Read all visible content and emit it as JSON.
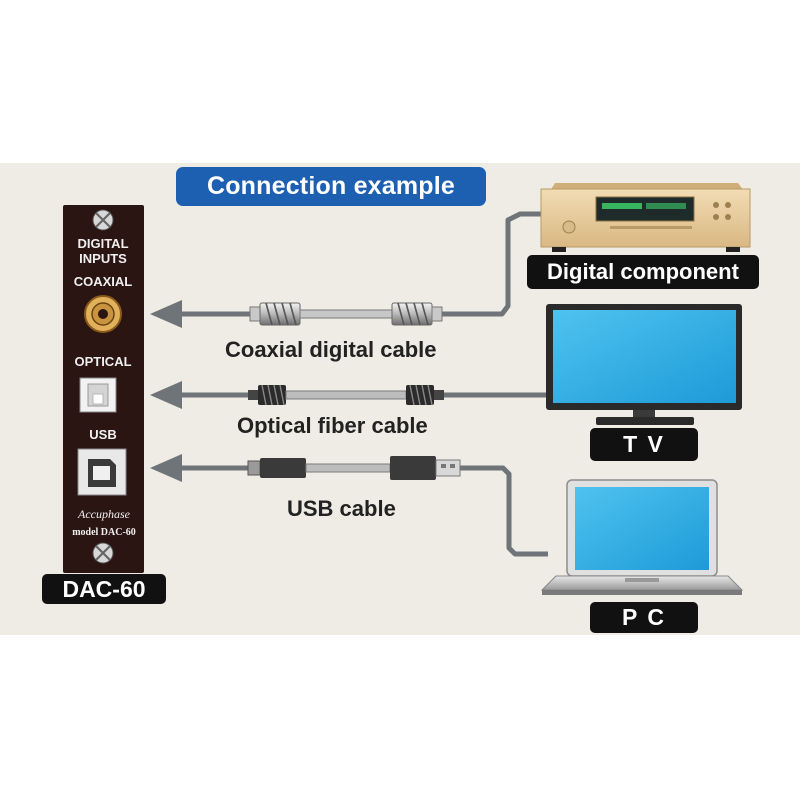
{
  "title": "Connection example",
  "dac": {
    "header_line1": "DIGITAL",
    "header_line2": "INPUTS",
    "coaxial": "COAXIAL",
    "optical": "OPTICAL",
    "usb": "USB",
    "brand": "Accuphase",
    "model": "model DAC-60",
    "label": "DAC-60"
  },
  "cables": {
    "coaxial": "Coaxial digital cable",
    "optical": "Optical fiber cable",
    "usb": "USB cable"
  },
  "devices": {
    "digital_component": "Digital component",
    "tv": "T V",
    "pc": "P C"
  },
  "colors": {
    "panel": "#2a1512",
    "title_bg": "#1d5fb0",
    "line": "#6e7478",
    "background": "#eeece4",
    "component": "#e6c99a"
  }
}
